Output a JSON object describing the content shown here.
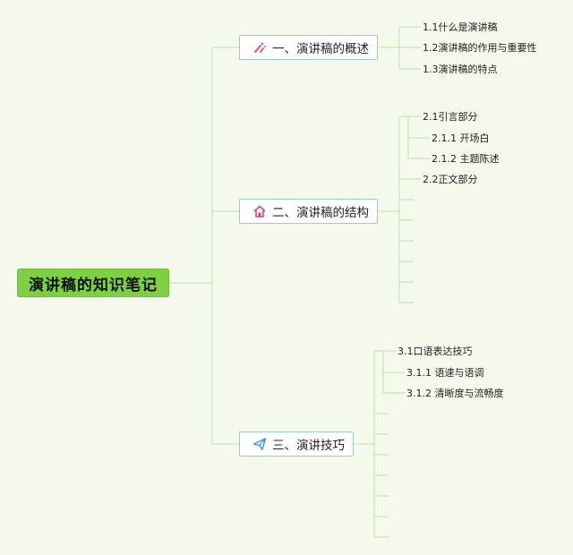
{
  "root": {
    "label": "演讲稿的知识笔记"
  },
  "branches": [
    {
      "label": "一、演讲稿的概述",
      "icon": "sparkle-pen-icon",
      "children": [
        "1.1什么是演讲稿",
        "1.2演讲稿的作用与重要性",
        "1.3演讲稿的特点"
      ]
    },
    {
      "label": "二、演讲稿的结构",
      "icon": "home-icon",
      "children": [
        "2.1引言部分",
        "2.1.1 开场白",
        "2.1.2 主题陈述",
        "2.2正文部分"
      ]
    },
    {
      "label": "三、演讲技巧",
      "icon": "paper-plane-icon",
      "children": [
        "3.1口语表达技巧",
        "3.1.1 语速与语调",
        "3.1.2 清晰度与流畅度"
      ]
    }
  ],
  "colors": {
    "background": "#f5f9ec",
    "root_fill": "#7dd042",
    "connector": "#b7e3a6",
    "branch_border": "#9ec8cc"
  }
}
